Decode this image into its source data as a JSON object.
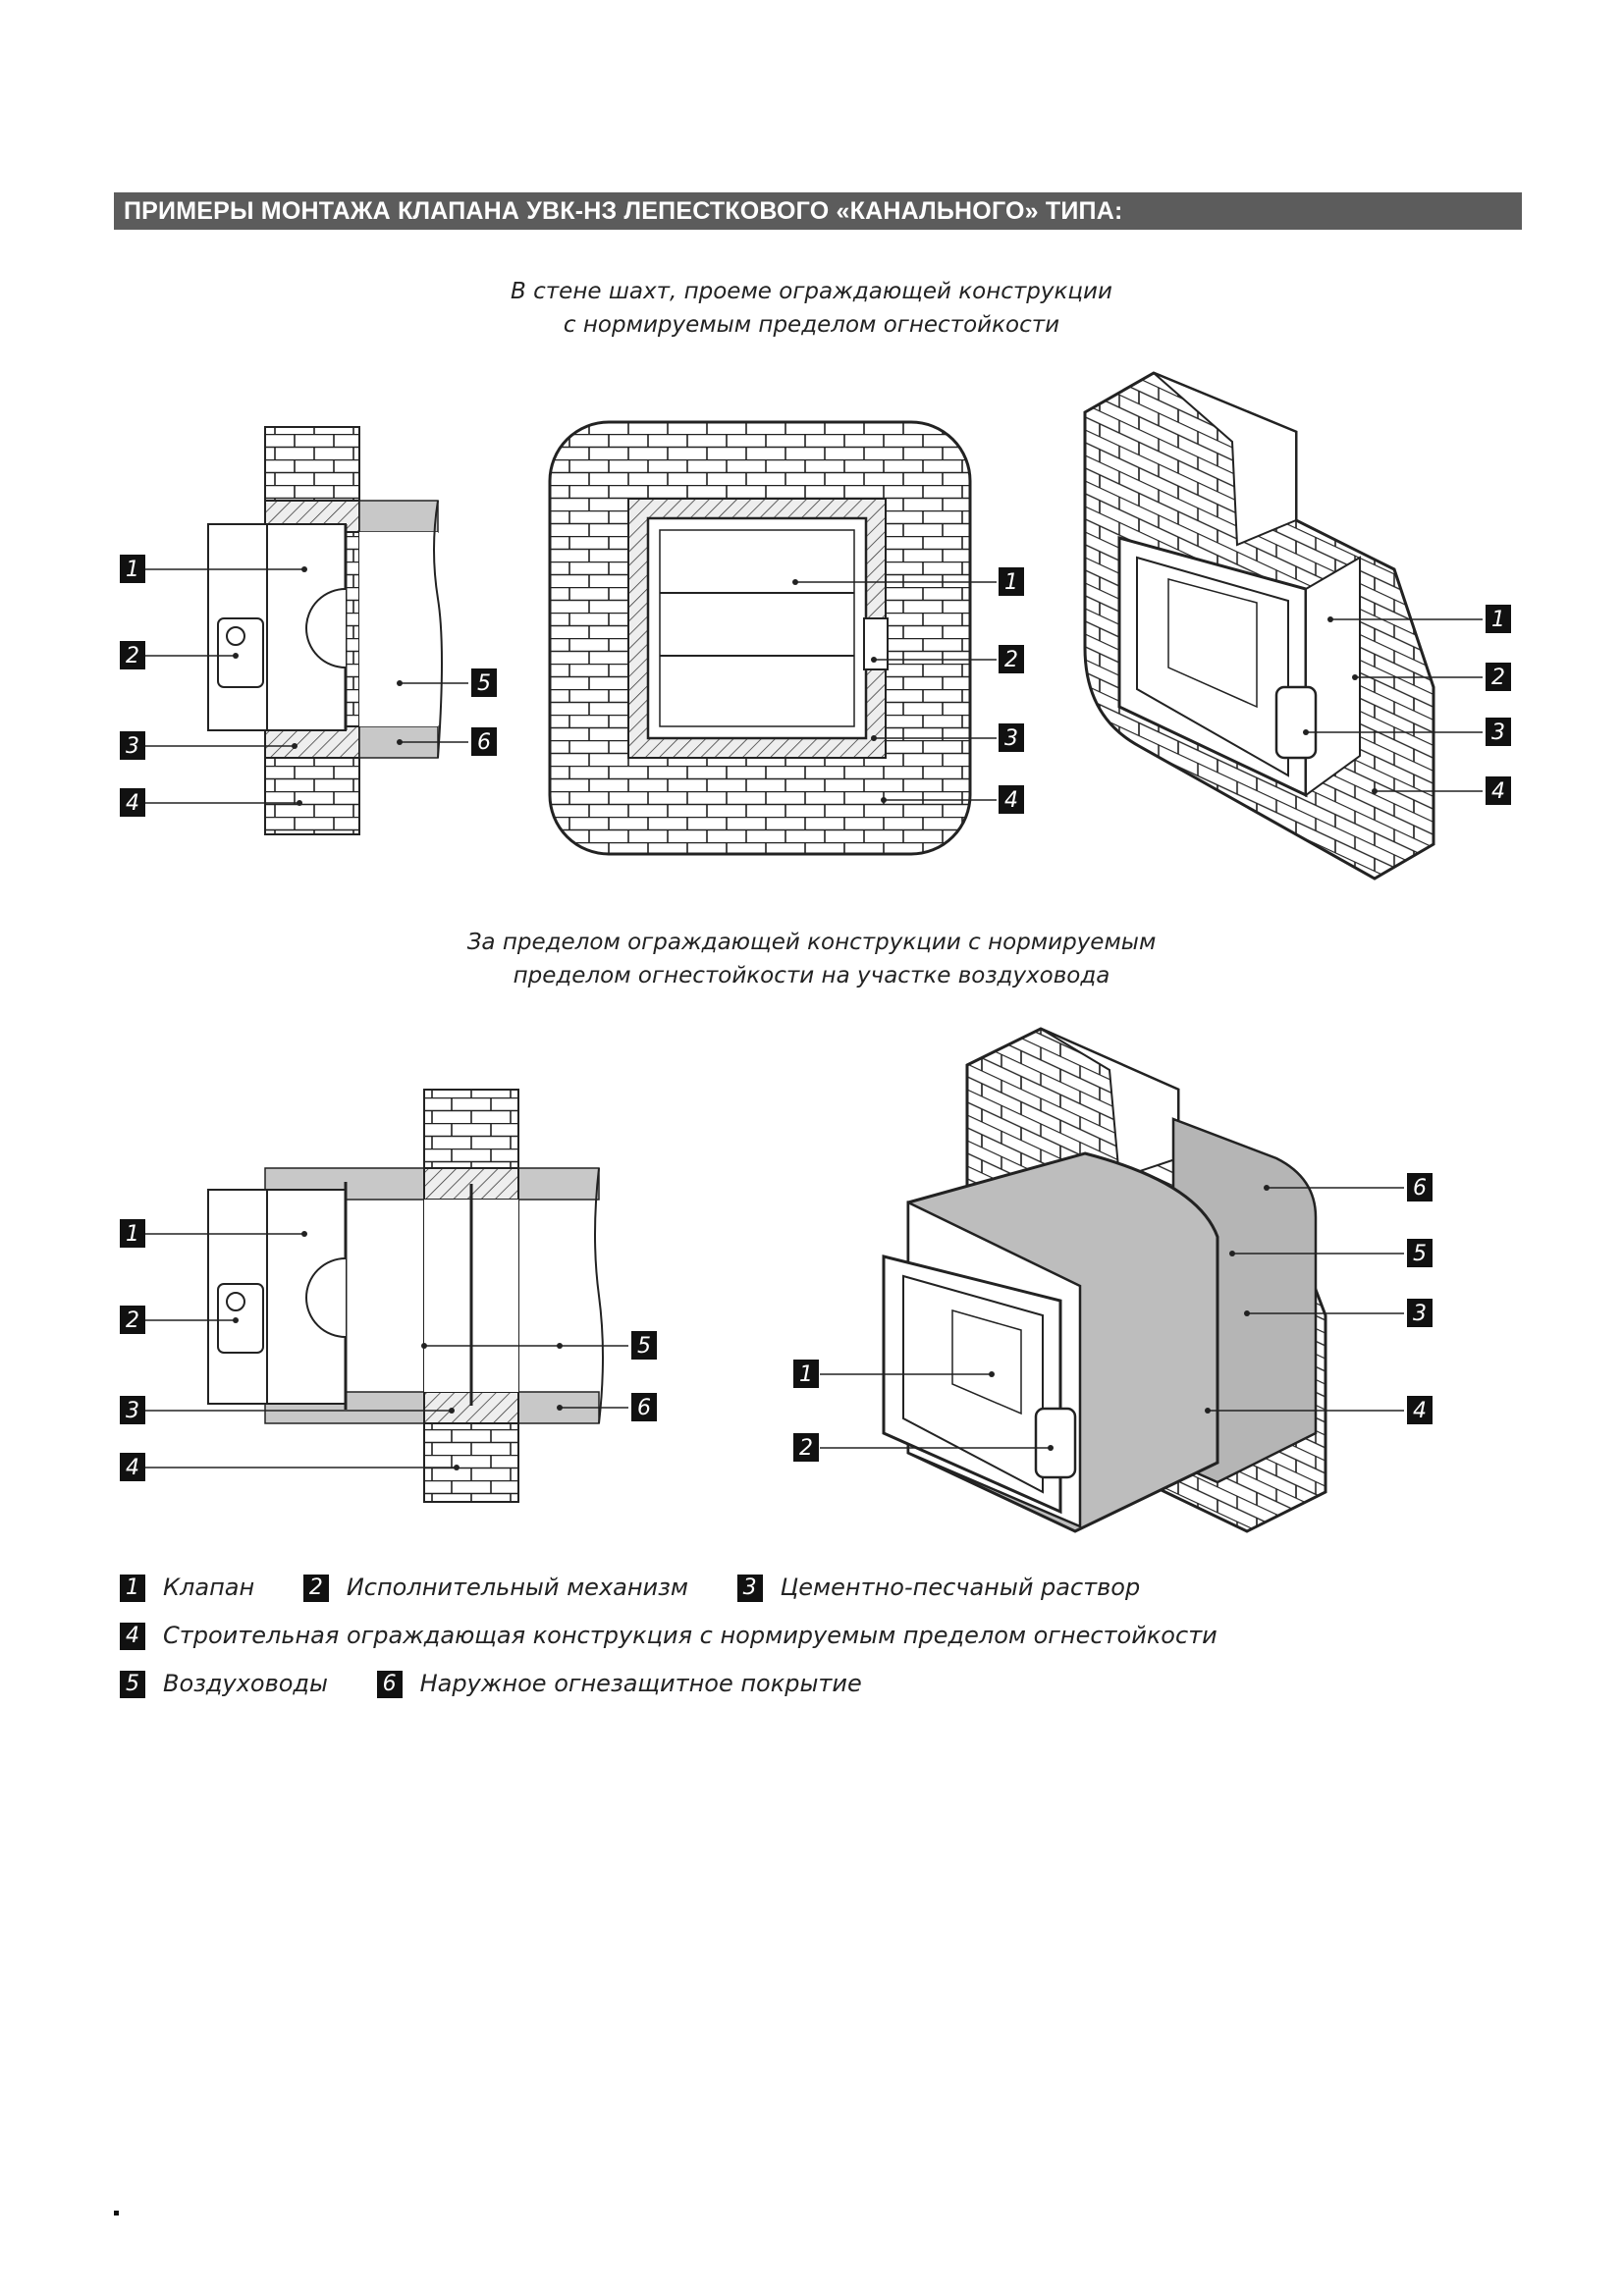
{
  "header": {
    "title": "ПРИМЕРЫ МОНТАЖА КЛАПАНА УВК-НЗ ЛЕПЕСТКОВОГО «КАНАЛЬНОГО» ТИПА:"
  },
  "captions": {
    "top": [
      "В стене шахт, проеме ограждающей конструкции",
      "с нормируемым пределом огнестойкости"
    ],
    "bottom": [
      "За пределом ограждающей конструкции с нормируемым",
      "пределом огнестойкости на участке воздуховода"
    ]
  },
  "callout_numbers": [
    "1",
    "2",
    "3",
    "4",
    "5",
    "6"
  ],
  "legend": [
    {
      "num": "1",
      "label": "Клапан"
    },
    {
      "num": "2",
      "label": "Исполнительный механизм"
    },
    {
      "num": "3",
      "label": "Цементно-песчаный раствор"
    },
    {
      "num": "4",
      "label": "Строительная ограждающая конструкция с нормируемым пределом огнестойкости"
    },
    {
      "num": "5",
      "label": "Воздуховоды"
    },
    {
      "num": "6",
      "label": "Наружное огнезащитное покрытие"
    }
  ],
  "colors": {
    "header_bg": "#5c5c5c",
    "badge_bg": "#111111",
    "coating_gray": "#c8c8c8",
    "panel_gray": "#b5b5b5"
  }
}
